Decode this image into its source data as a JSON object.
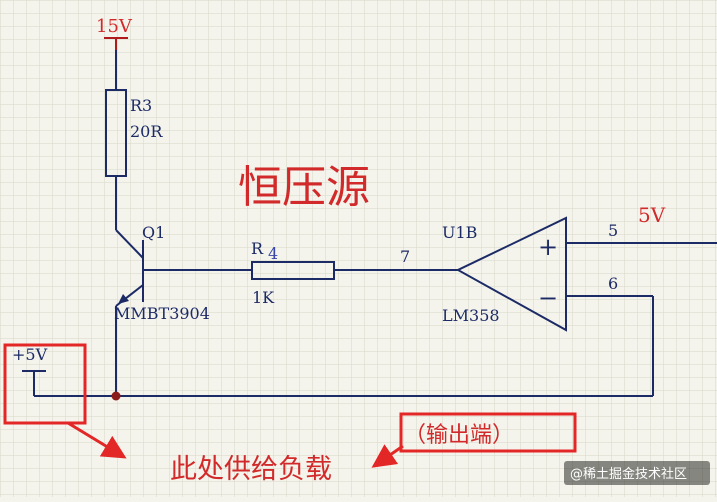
{
  "colors": {
    "background": "#f4f4ec",
    "grid": "#d6d9c6",
    "wire": "#1c2a66",
    "power": "#b11a1a",
    "annotation": "#e32626"
  },
  "labels": {
    "supply_15v": "15V",
    "r3_name": "R3",
    "r3_value": "20R",
    "title": "恒压源",
    "q1_name": "Q1",
    "q1_part": "MMBT3904",
    "r4_name": "R",
    "r4_num": "4",
    "r4_value": "1K",
    "u1b_name": "U1B",
    "u1b_part": "LM358",
    "plus_sign": "+",
    "minus_sign": "−",
    "pin5": "5",
    "pin6": "6",
    "pin7": "7",
    "out_5v": "5V",
    "plus5v": "+5V",
    "load_note": "此处供给负载",
    "output_note": "（输出端）",
    "watermark": "@稀土掘金技术社区"
  }
}
